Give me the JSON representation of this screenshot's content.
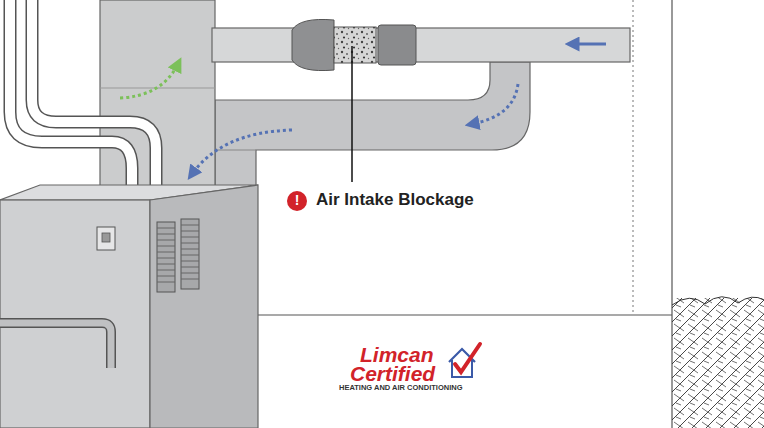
{
  "diagram": {
    "labels": [
      "!",
      "Air Intake Blockage",
      "Limcan",
      "Certified",
      "HEATING AND AIR CONDITIONING"
    ]
  }
}
